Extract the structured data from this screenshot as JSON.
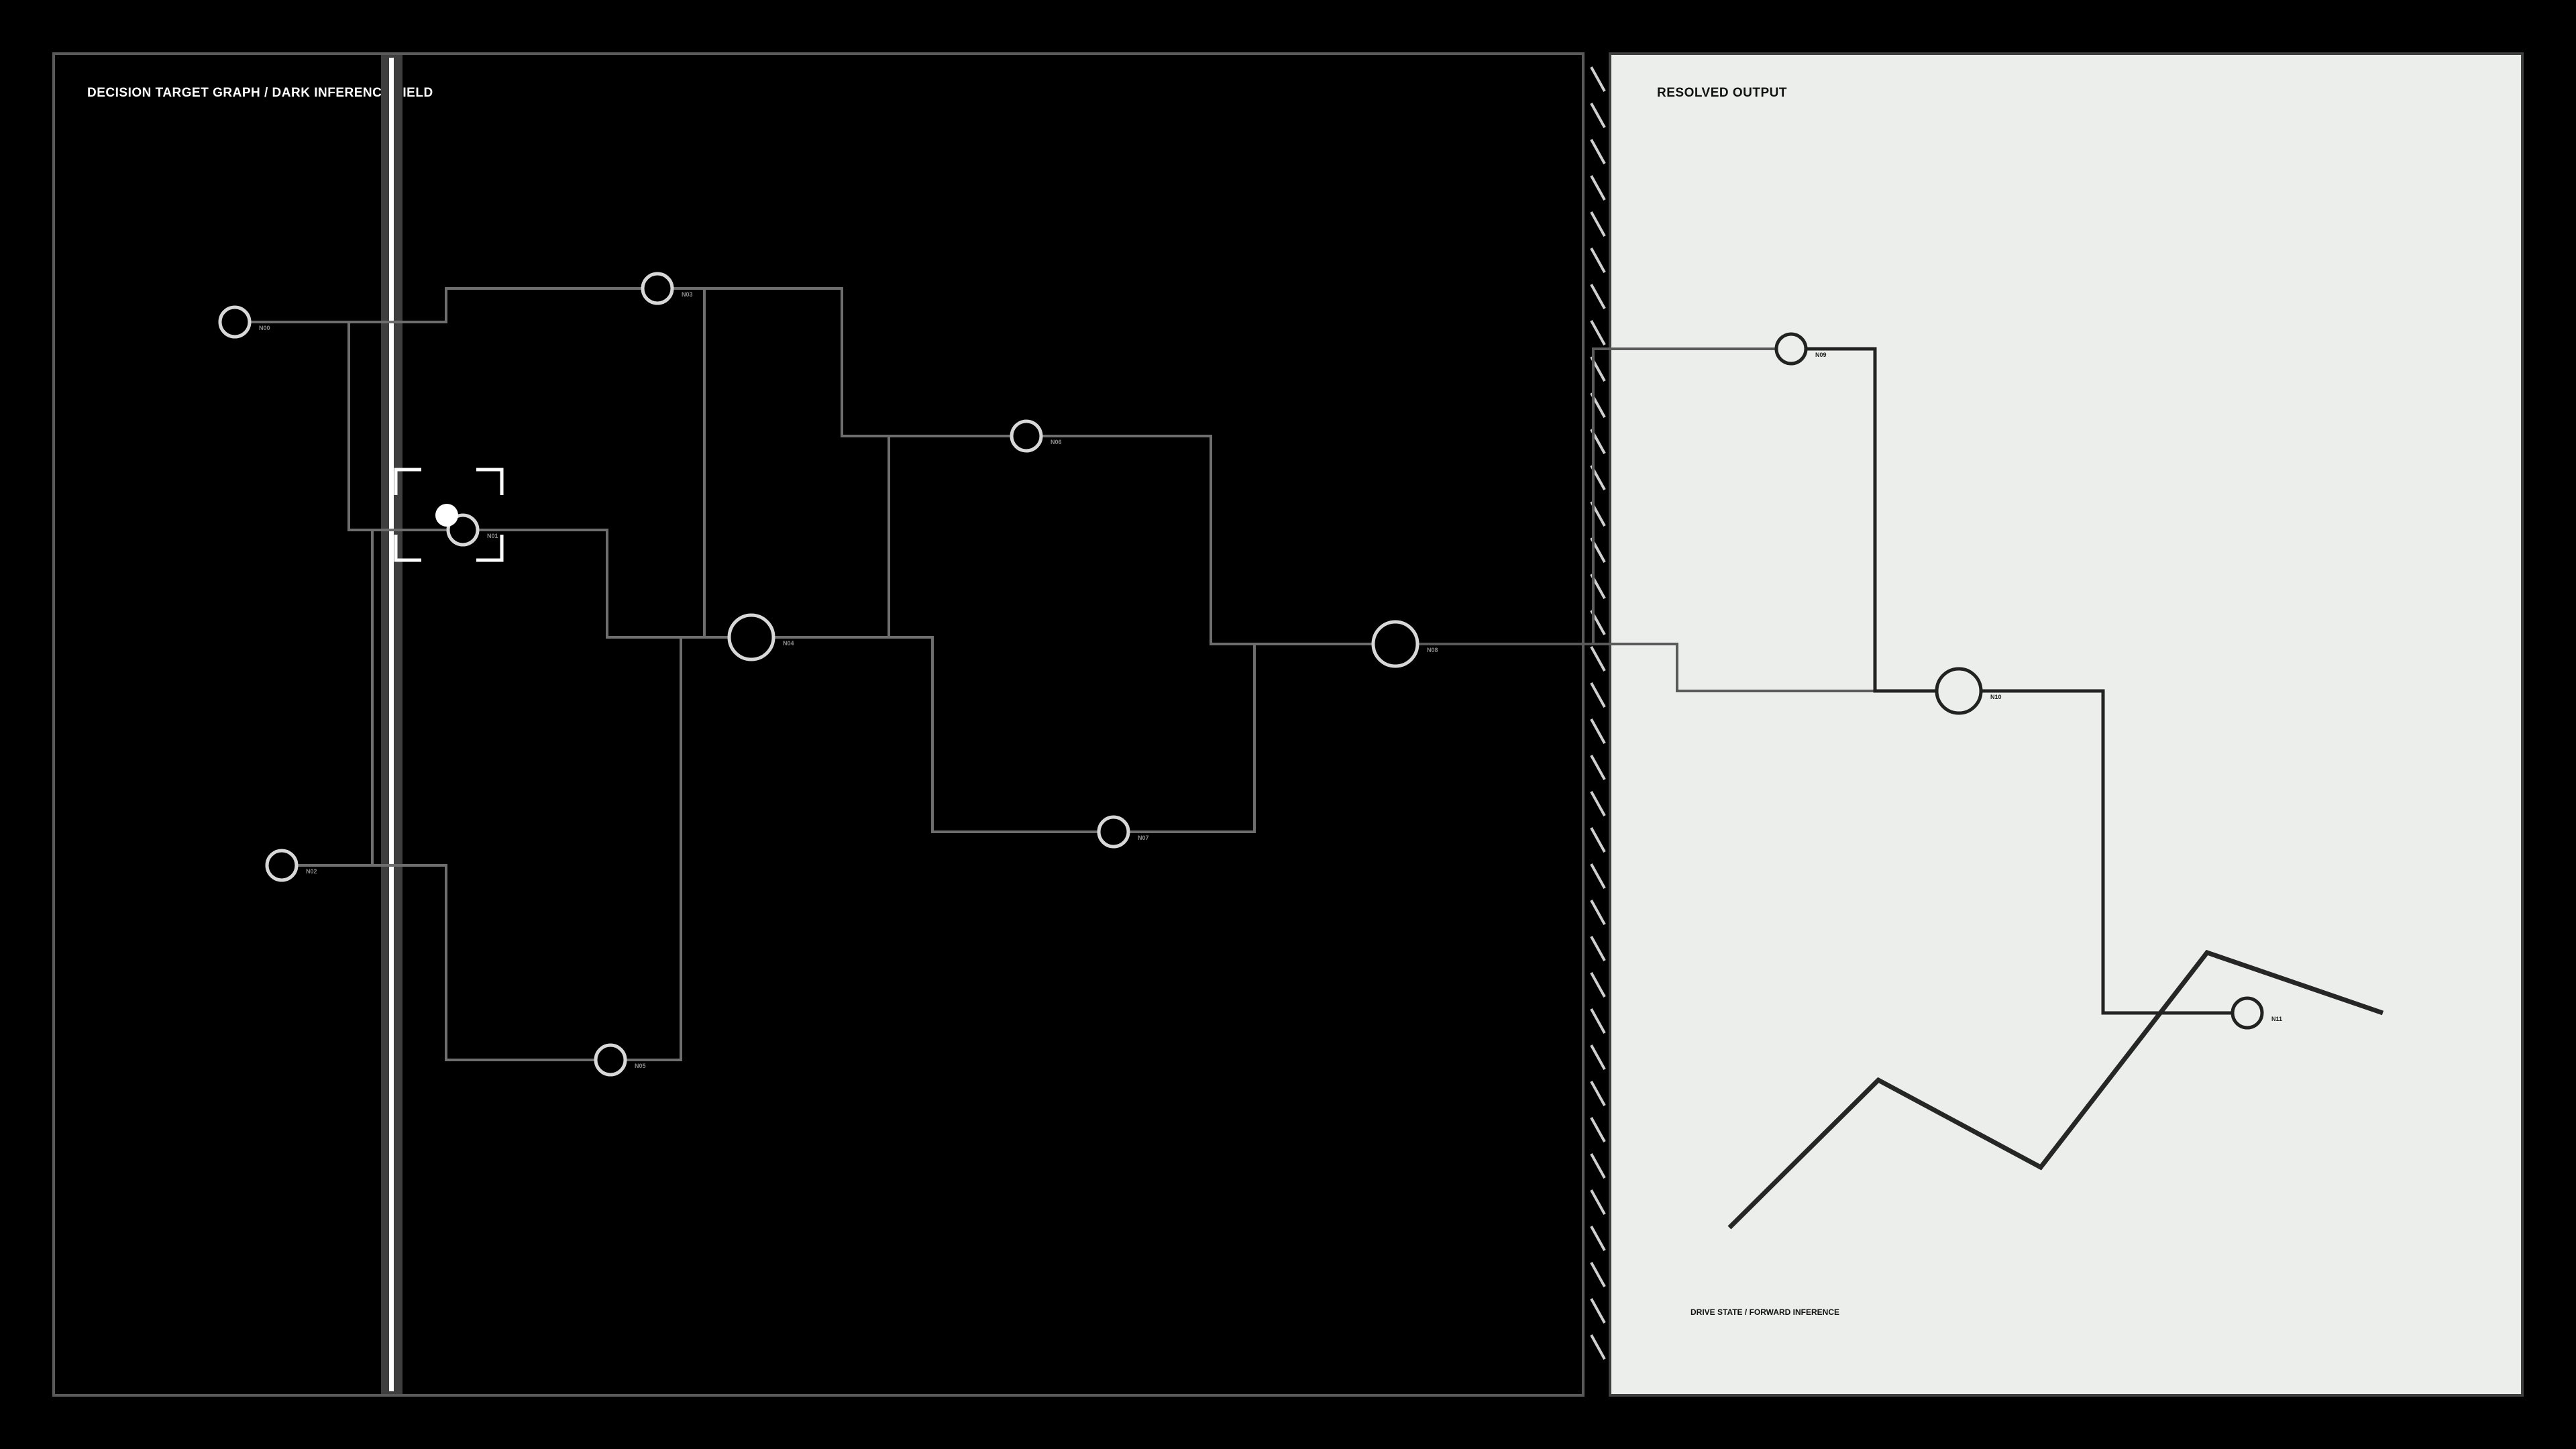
{
  "colors": {
    "background": "#000000",
    "dark_panel_border": "#5a5a5a",
    "dark_edge": "#6e6e6e",
    "dark_node": "#d8d8d8",
    "light_panel_fill": "#eceeeb",
    "light_panel_border": "#404040",
    "light_ink": "#222222",
    "cursor": "#ffffff"
  },
  "left_panel": {
    "title": "DECISION TARGET GRAPH / DARK INFERENCE FIELD"
  },
  "right_panel": {
    "title": "RESOLVED OUTPUT",
    "footer": "DRIVE STATE / FORWARD INFERENCE"
  },
  "nodes": [
    {
      "id": "N00",
      "label": "N00",
      "panel": "dark"
    },
    {
      "id": "N01",
      "label": "N01",
      "panel": "dark"
    },
    {
      "id": "N02",
      "label": "N02",
      "panel": "dark"
    },
    {
      "id": "N03",
      "label": "N03",
      "panel": "dark"
    },
    {
      "id": "N04",
      "label": "N04",
      "panel": "dark"
    },
    {
      "id": "N05",
      "label": "N05",
      "panel": "dark"
    },
    {
      "id": "N06",
      "label": "N06",
      "panel": "dark"
    },
    {
      "id": "N07",
      "label": "N07",
      "panel": "dark"
    },
    {
      "id": "N08",
      "label": "N08",
      "panel": "dark"
    },
    {
      "id": "N09",
      "label": "N09",
      "panel": "light"
    },
    {
      "id": "N10",
      "label": "N10",
      "panel": "light"
    },
    {
      "id": "N11",
      "label": "N11",
      "panel": "light"
    }
  ],
  "edges": [
    [
      "N00",
      "N03"
    ],
    [
      "N00",
      "N01"
    ],
    [
      "N01",
      "N04"
    ],
    [
      "N02",
      "N05"
    ],
    [
      "N02",
      "N01"
    ],
    [
      "N03",
      "N06"
    ],
    [
      "N03",
      "N04"
    ],
    [
      "N04",
      "N06"
    ],
    [
      "N04",
      "N07"
    ],
    [
      "N05",
      "N04"
    ],
    [
      "N06",
      "N08"
    ],
    [
      "N07",
      "N08"
    ],
    [
      "N08",
      "N10"
    ],
    [
      "N08",
      "N09"
    ],
    [
      "N09",
      "N10"
    ],
    [
      "N10",
      "N11"
    ]
  ],
  "target": {
    "node": "N01"
  }
}
